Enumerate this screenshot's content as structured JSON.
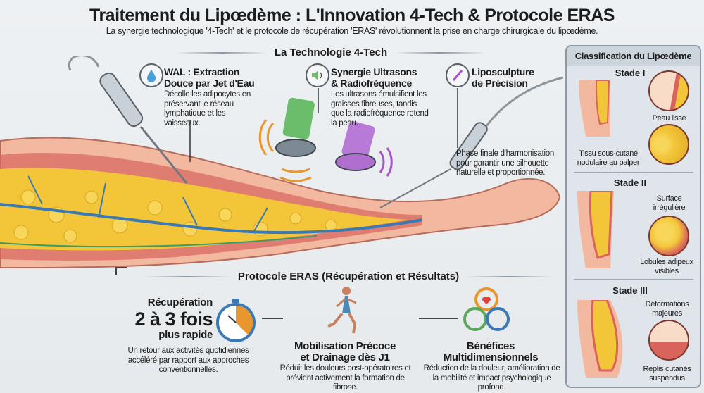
{
  "header": {
    "title": "Traitement du Lipœdème : L'Innovation 4-Tech & Protocole ERAS",
    "subtitle": "La synergie technologique '4-Tech' et le protocole de récupération 'ERAS' révolutionnent la prise en charge chirurgicale du lipœdème."
  },
  "tech": {
    "heading": "La Technologie 4-Tech",
    "items": [
      {
        "icon": "water-drop-icon",
        "title1": "WAL : Extraction",
        "title2": "Douce par Jet d'Eau",
        "desc": "Décolle les adipocytes en préservant le réseau lymphatique et les vaisseaux."
      },
      {
        "icon": "speaker-icon",
        "title1": "Synergie Ultrasons",
        "title2": "& Radiofréquence",
        "desc": "Les ultrasons émulsifient les graisses fibreuses, tandis que la radiofrèquence retend la peau."
      },
      {
        "icon": "cannula-icon",
        "title1": "Liposculpture",
        "title2": "de Précision",
        "desc": "Phase finale d'harmonisation pour garantir une silhouette naturelle et proportionnée."
      }
    ]
  },
  "eras": {
    "heading": "Protocole ERAS (Récupération et Résultats)",
    "recovery": {
      "label": "Récupération",
      "big": "2 à 3 fois",
      "small": "plus rapide",
      "desc": "Un retour aux activités quotidiennes accéléré par rapport aux approches conventionnelles."
    },
    "mobilisation": {
      "title1": "Mobilisation Précoce",
      "title2": "et Drainage dès J1",
      "desc": "Réduit les douleurs post-opératoires et prévient activement la formation de fibrose."
    },
    "benefits": {
      "title1": "Bénéfices",
      "title2": "Multidimensionnels",
      "desc": "Réduction de la douleur, amélioration de la mobilité et impact psychologique profond."
    }
  },
  "classification": {
    "heading": "Classification du Lipœdème",
    "stages": [
      {
        "name": "Stade I",
        "label_a": "Peau lisse",
        "label_b": "Tissu sous-cutané nodulaire au palper"
      },
      {
        "name": "Stade II",
        "label_a": "Surface irrégulière",
        "label_b": "Lobules adipeux visibles"
      },
      {
        "name": "Stade III",
        "label_a": "Déformations majeures",
        "label_b": "Replis cutanés suspendus"
      }
    ]
  },
  "colors": {
    "fat": "#f3c63a",
    "skin": "#f2b9a0",
    "dermis": "#d9645c",
    "vessel": "#3b79b5",
    "panel": "#dfe5ea"
  }
}
